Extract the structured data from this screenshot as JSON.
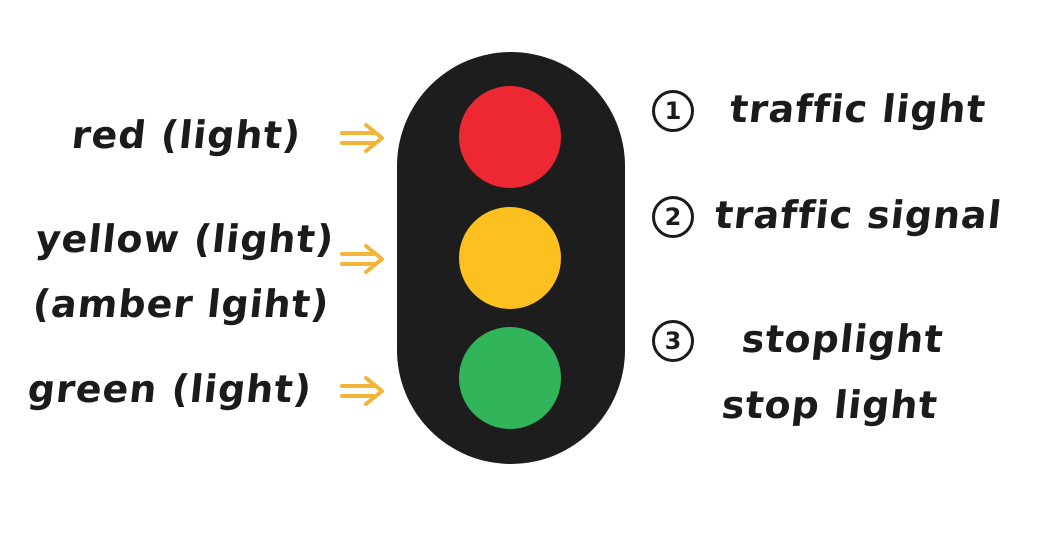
{
  "colors": {
    "housing": "#1d1d1d",
    "red": "#ee2833",
    "yellow": "#fcc11e",
    "green": "#32b45a",
    "arrow": "#f2b53a",
    "ink": "#1b1b1b"
  },
  "lights": [
    {
      "id": "red",
      "label_lines": [
        "red (light)"
      ],
      "color": "#ee2833"
    },
    {
      "id": "yellow",
      "label_lines": [
        "yellow (light)",
        "(amber lgiht)"
      ],
      "color": "#fcc11e"
    },
    {
      "id": "green",
      "label_lines": [
        "green (light)"
      ],
      "color": "#32b45a"
    }
  ],
  "names": [
    {
      "number": "1",
      "lines": [
        "traffic light"
      ]
    },
    {
      "number": "2",
      "lines": [
        "traffic signal"
      ]
    },
    {
      "number": "3",
      "lines": [
        "stoplight",
        "stop light"
      ]
    }
  ]
}
